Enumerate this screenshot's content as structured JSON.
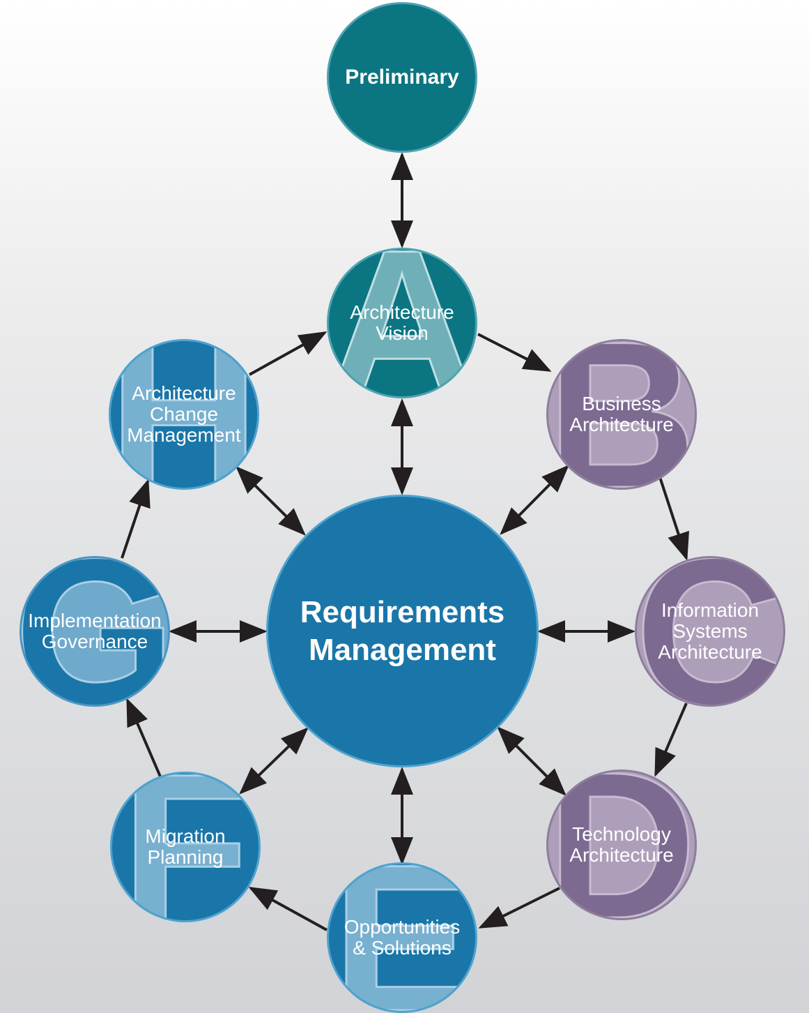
{
  "nodes": {
    "preliminary": {
      "label": "Preliminary",
      "letter": ""
    },
    "vision": {
      "label": "Architecture\nVision",
      "letter": "A"
    },
    "business": {
      "label": "Business\nArchitecture",
      "letter": "B"
    },
    "information": {
      "label": "Information\nSystems\nArchitecture",
      "letter": "C"
    },
    "technology": {
      "label": "Technology\nArchitecture",
      "letter": "D"
    },
    "opportunities": {
      "label": "Opportunities\n& Solutions",
      "letter": "E"
    },
    "migration": {
      "label": "Migration\nPlanning",
      "letter": "F"
    },
    "governance": {
      "label": "Implementation\nGovernance",
      "letter": "G"
    },
    "change": {
      "label": "Architecture\nChange\nManagement",
      "letter": "H"
    },
    "requirements": {
      "label": "Requirements\nManagement",
      "letter": ""
    }
  },
  "colors": {
    "teal": "#0c7582",
    "blue": "#1a76a8",
    "light_blue": "#6fa9cc",
    "purple": "#ad9fb9",
    "arrow": "#231f20"
  }
}
